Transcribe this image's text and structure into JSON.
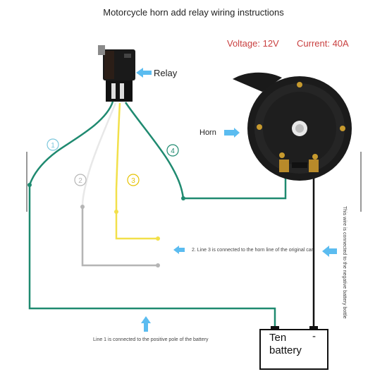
{
  "title": "Motorcycle horn add relay wiring instructions",
  "specs": {
    "voltage": "Voltage: 12V",
    "current": "Current: 40A"
  },
  "labels": {
    "relay": "Relay",
    "horn": "Horn",
    "battery": "Ten battery",
    "minus": "-"
  },
  "wire_numbers": {
    "w1": "①",
    "w2": "②",
    "w3": "③",
    "w4": "④"
  },
  "notes": {
    "line2": "2. Line 3 is connected to the horn line of the original car",
    "line1": "Line 1 is connected to the positive pole of the battery",
    "negative": "This wire is connected to the negative battery bottle"
  },
  "colors": {
    "wire_green": "#1f8a70",
    "wire_yellow": "#f2e04a",
    "wire_gray": "#b5b5b5",
    "wire_black": "#111111",
    "arrow_blue": "#5bbcf0",
    "spec_red": "#c94040"
  }
}
